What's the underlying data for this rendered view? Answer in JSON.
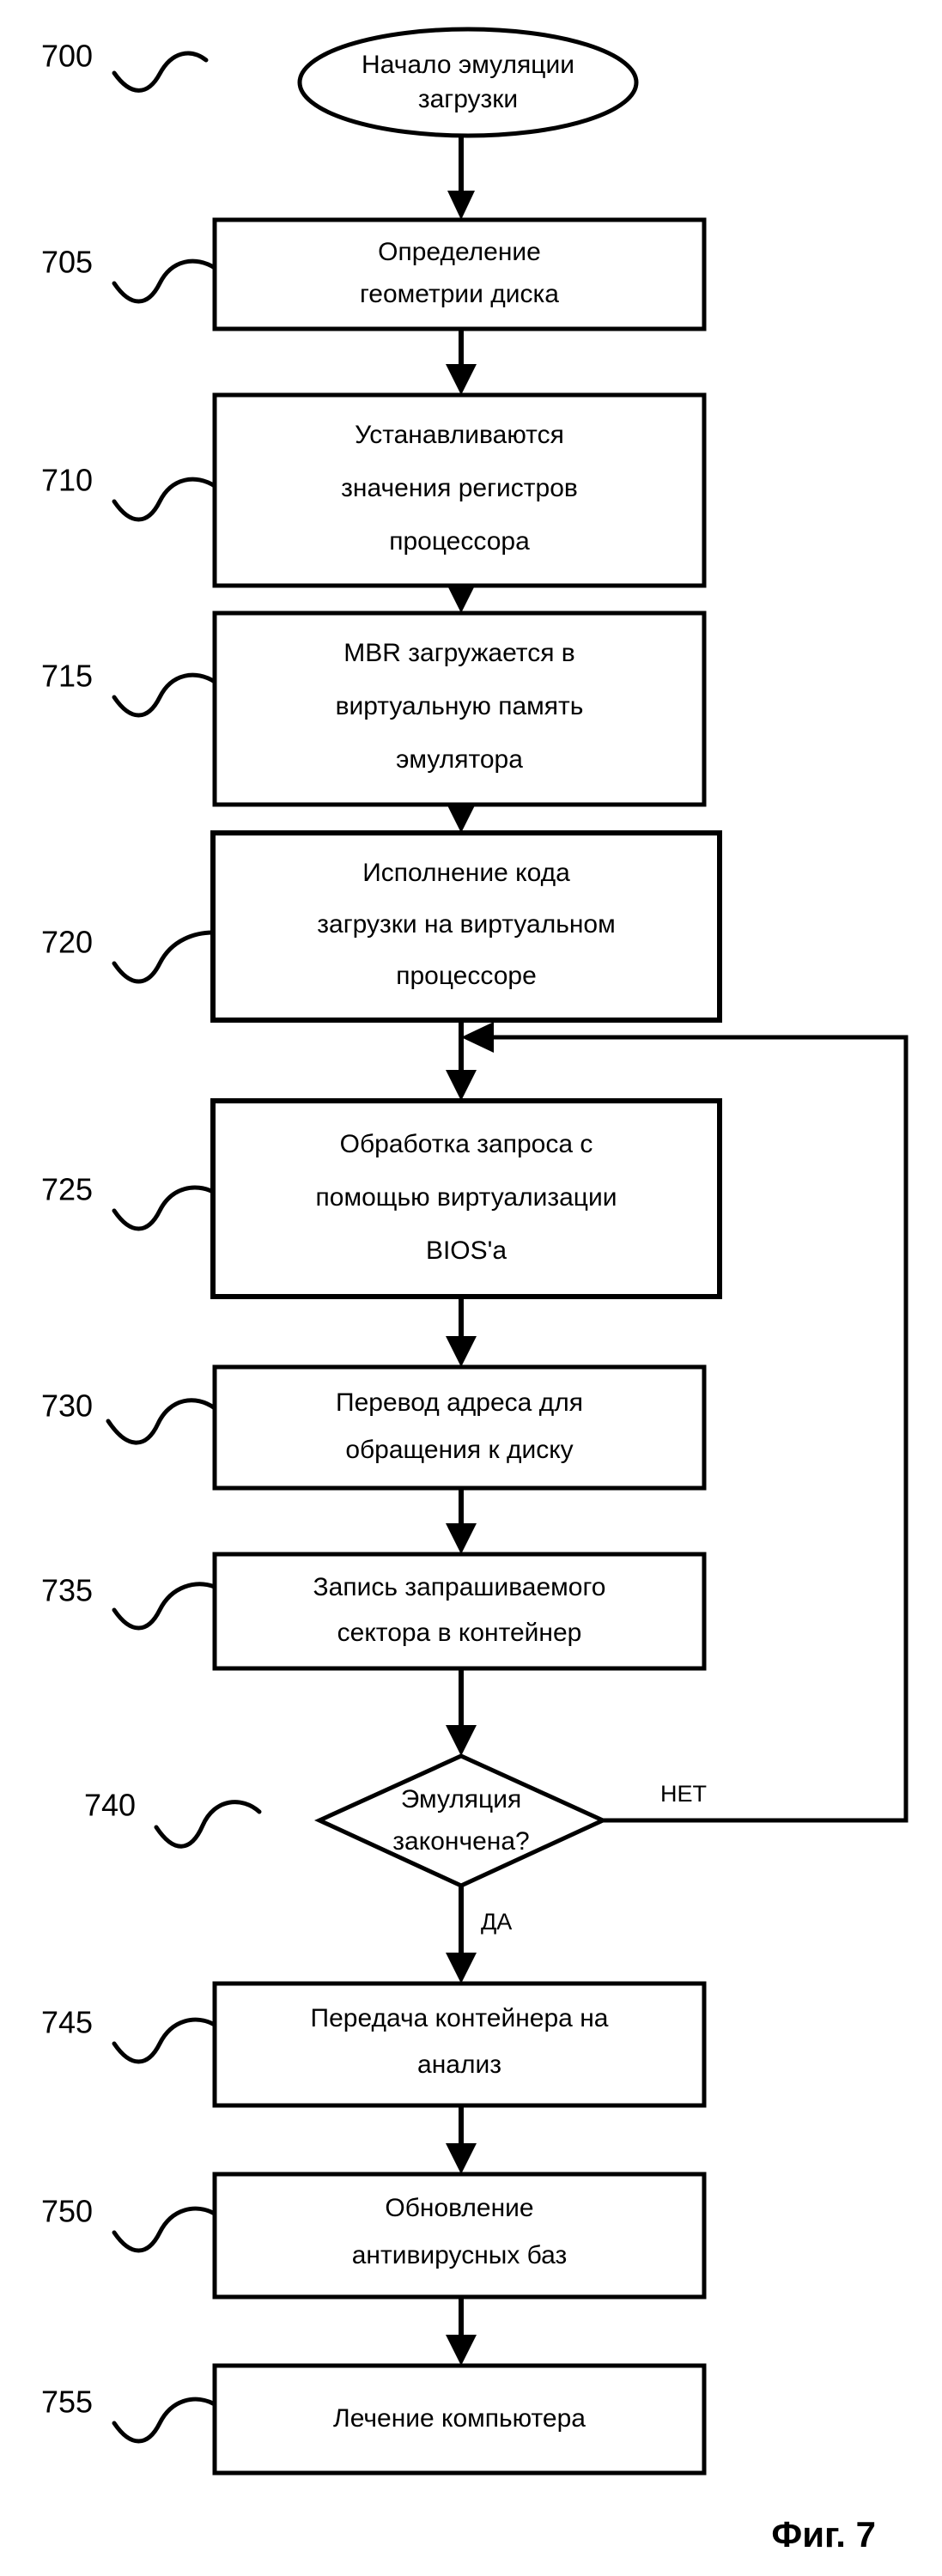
{
  "figure": {
    "caption": "Фиг. 7",
    "language": "ru"
  },
  "nodes": [
    {
      "ref": "700",
      "type": "terminator",
      "lines": [
        "Начало эмуляции",
        "загрузки"
      ]
    },
    {
      "ref": "705",
      "type": "process",
      "lines": [
        "Определение",
        "геометрии диска"
      ]
    },
    {
      "ref": "710",
      "type": "process",
      "lines": [
        "Устанавливаются",
        "значения регистров",
        "процессора"
      ]
    },
    {
      "ref": "715",
      "type": "process",
      "lines": [
        "MBR загружается в",
        "виртуальную память",
        "эмулятора"
      ]
    },
    {
      "ref": "720",
      "type": "process",
      "lines": [
        "Исполнение кода",
        "загрузки на виртуальном",
        "процессоре"
      ]
    },
    {
      "ref": "725",
      "type": "process",
      "lines": [
        "Обработка запроса с",
        "помощью виртуализации",
        "BIOS'a"
      ]
    },
    {
      "ref": "730",
      "type": "process",
      "lines": [
        "Перевод адреса для",
        "обращения к диску"
      ]
    },
    {
      "ref": "735",
      "type": "process",
      "lines": [
        "Запись запрашиваемого",
        "сектора в контейнер"
      ]
    },
    {
      "ref": "740",
      "type": "decision",
      "lines": [
        "Эмуляция",
        "закончена?"
      ]
    },
    {
      "ref": "745",
      "type": "process",
      "lines": [
        "Передача контейнера на",
        "анализ"
      ]
    },
    {
      "ref": "750",
      "type": "process",
      "lines": [
        "Обновление",
        "антивирусных баз"
      ]
    },
    {
      "ref": "755",
      "type": "process",
      "lines": [
        "Лечение компьютера"
      ]
    }
  ],
  "branch_labels": {
    "no": "НЕТ",
    "yes": "ДА"
  },
  "colors": {
    "stroke": "#000000",
    "fill": "#ffffff",
    "background": "#ffffff"
  }
}
